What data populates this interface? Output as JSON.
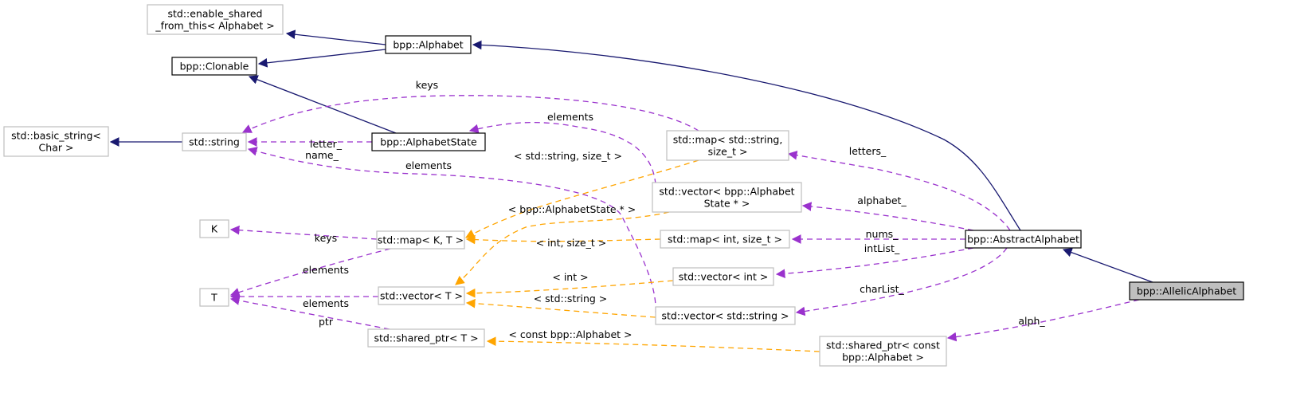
{
  "title": "Collaboration diagram for bpp::AllelicAlphabet",
  "legend_colors": {
    "inheritance": "#191970",
    "member": "#9a32cd",
    "template": "#ffa500",
    "focus_fill": "#bfbfbf"
  },
  "nodes": [
    {
      "id": "enable_shared",
      "lines": [
        "std::enable_shared",
        "_from_this< Alphabet >"
      ],
      "style": "gray"
    },
    {
      "id": "alphabet",
      "lines": [
        "bpp::Alphabet"
      ],
      "style": "solid"
    },
    {
      "id": "clonable",
      "lines": [
        "bpp::Clonable"
      ],
      "style": "solid"
    },
    {
      "id": "basic_string",
      "lines": [
        "std::basic_string<",
        "Char >"
      ],
      "style": "gray"
    },
    {
      "id": "string",
      "lines": [
        "std::string"
      ],
      "style": "gray"
    },
    {
      "id": "alphabet_state",
      "lines": [
        "bpp::AlphabetState"
      ],
      "style": "solid"
    },
    {
      "id": "map_string",
      "lines": [
        "std::map< std::string,",
        "size_t >"
      ],
      "style": "gray"
    },
    {
      "id": "vector_state",
      "lines": [
        "std::vector< bpp::Alphabet",
        "State * >"
      ],
      "style": "gray"
    },
    {
      "id": "K",
      "lines": [
        "K"
      ],
      "style": "gray"
    },
    {
      "id": "map_KT",
      "lines": [
        "std::map< K, T >"
      ],
      "style": "gray"
    },
    {
      "id": "map_int",
      "lines": [
        "std::map< int, size_t >"
      ],
      "style": "gray"
    },
    {
      "id": "abstract_alphabet",
      "lines": [
        "bpp::AbstractAlphabet"
      ],
      "style": "solid"
    },
    {
      "id": "T",
      "lines": [
        "T"
      ],
      "style": "gray"
    },
    {
      "id": "vector_T",
      "lines": [
        "std::vector< T >"
      ],
      "style": "gray"
    },
    {
      "id": "vector_int",
      "lines": [
        "std::vector< int >"
      ],
      "style": "gray"
    },
    {
      "id": "allelic_alphabet",
      "lines": [
        "bpp::AllelicAlphabet"
      ],
      "style": "focus"
    },
    {
      "id": "vector_string",
      "lines": [
        "std::vector< std::string >"
      ],
      "style": "gray"
    },
    {
      "id": "shared_ptr_T",
      "lines": [
        "std::shared_ptr< T >"
      ],
      "style": "gray"
    },
    {
      "id": "shared_ptr_alphabet",
      "lines": [
        "std::shared_ptr< const",
        "bpp::Alphabet >"
      ],
      "style": "gray"
    }
  ],
  "edges": [
    {
      "from": "alphabet",
      "to": "enable_shared",
      "kind": "inherit",
      "label": []
    },
    {
      "from": "alphabet",
      "to": "clonable",
      "kind": "inherit",
      "label": []
    },
    {
      "from": "alphabet_state",
      "to": "clonable",
      "kind": "inherit",
      "label": []
    },
    {
      "from": "string",
      "to": "basic_string",
      "kind": "inherit",
      "label": []
    },
    {
      "from": "abstract_alphabet",
      "to": "alphabet",
      "kind": "inherit",
      "label": []
    },
    {
      "from": "allelic_alphabet",
      "to": "abstract_alphabet",
      "kind": "inherit",
      "label": []
    },
    {
      "from": "map_string",
      "to": "string",
      "kind": "member",
      "label": [
        "keys"
      ]
    },
    {
      "from": "alphabet_state",
      "to": "string",
      "kind": "member",
      "label": [
        "letter_",
        "name_"
      ]
    },
    {
      "from": "vector_string",
      "to": "string",
      "kind": "member",
      "label": [
        "elements"
      ]
    },
    {
      "from": "vector_state",
      "to": "alphabet_state",
      "kind": "member",
      "label": [
        "elements"
      ]
    },
    {
      "from": "abstract_alphabet",
      "to": "map_string",
      "kind": "member",
      "label": [
        "letters_"
      ]
    },
    {
      "from": "abstract_alphabet",
      "to": "vector_state",
      "kind": "member",
      "label": [
        "alphabet_"
      ]
    },
    {
      "from": "abstract_alphabet",
      "to": "map_int",
      "kind": "member",
      "label": [
        "nums_"
      ]
    },
    {
      "from": "abstract_alphabet",
      "to": "vector_int",
      "kind": "member",
      "label": [
        "intList_"
      ]
    },
    {
      "from": "abstract_alphabet",
      "to": "vector_string",
      "kind": "member",
      "label": [
        "charList_"
      ]
    },
    {
      "from": "allelic_alphabet",
      "to": "shared_ptr_alphabet",
      "kind": "member",
      "label": [
        "alph_"
      ]
    },
    {
      "from": "map_KT",
      "to": "K",
      "kind": "member",
      "label": [
        "keys"
      ]
    },
    {
      "from": "map_KT",
      "to": "T",
      "kind": "member",
      "label": [
        "elements"
      ]
    },
    {
      "from": "vector_T",
      "to": "T",
      "kind": "member",
      "label": [
        "elements"
      ]
    },
    {
      "from": "shared_ptr_T",
      "to": "T",
      "kind": "member",
      "label": [
        "ptr"
      ]
    },
    {
      "from": "map_string",
      "to": "map_KT",
      "kind": "template",
      "label": [
        "< std::string, size_t >"
      ]
    },
    {
      "from": "map_int",
      "to": "map_KT",
      "kind": "template",
      "label": [
        "< int, size_t >"
      ]
    },
    {
      "from": "vector_state",
      "to": "vector_T",
      "kind": "template",
      "label": [
        "< bpp::AlphabetState * >"
      ]
    },
    {
      "from": "vector_int",
      "to": "vector_T",
      "kind": "template",
      "label": [
        "< int >"
      ]
    },
    {
      "from": "vector_string",
      "to": "vector_T",
      "kind": "template",
      "label": [
        "< std::string >"
      ]
    },
    {
      "from": "shared_ptr_alphabet",
      "to": "shared_ptr_T",
      "kind": "template",
      "label": [
        "< const bpp::Alphabet >"
      ]
    }
  ]
}
